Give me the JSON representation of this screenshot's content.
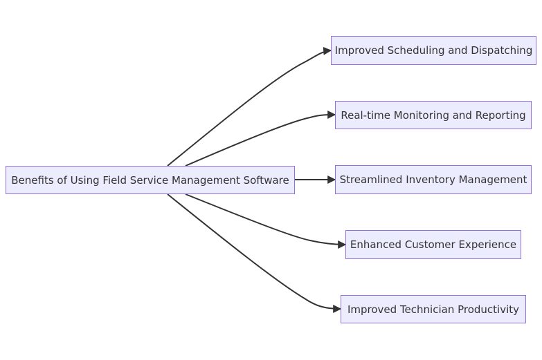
{
  "diagram": {
    "type": "flowchart",
    "direction": "left-to-right",
    "colors": {
      "node_fill": "#ECECFF",
      "node_border": "#9370DB",
      "text": "#333333",
      "edge": "#333333"
    },
    "root": {
      "label": "Benefits of Using Field Service Management Software"
    },
    "children": [
      {
        "label": "Improved Scheduling and Dispatching"
      },
      {
        "label": "Real-time Monitoring and Reporting"
      },
      {
        "label": "Streamlined Inventory Management"
      },
      {
        "label": "Enhanced Customer Experience"
      },
      {
        "label": "Improved Technician Productivity"
      }
    ],
    "edges": [
      {
        "from": "root",
        "to": 0
      },
      {
        "from": "root",
        "to": 1
      },
      {
        "from": "root",
        "to": 2
      },
      {
        "from": "root",
        "to": 3
      },
      {
        "from": "root",
        "to": 4
      }
    ]
  }
}
